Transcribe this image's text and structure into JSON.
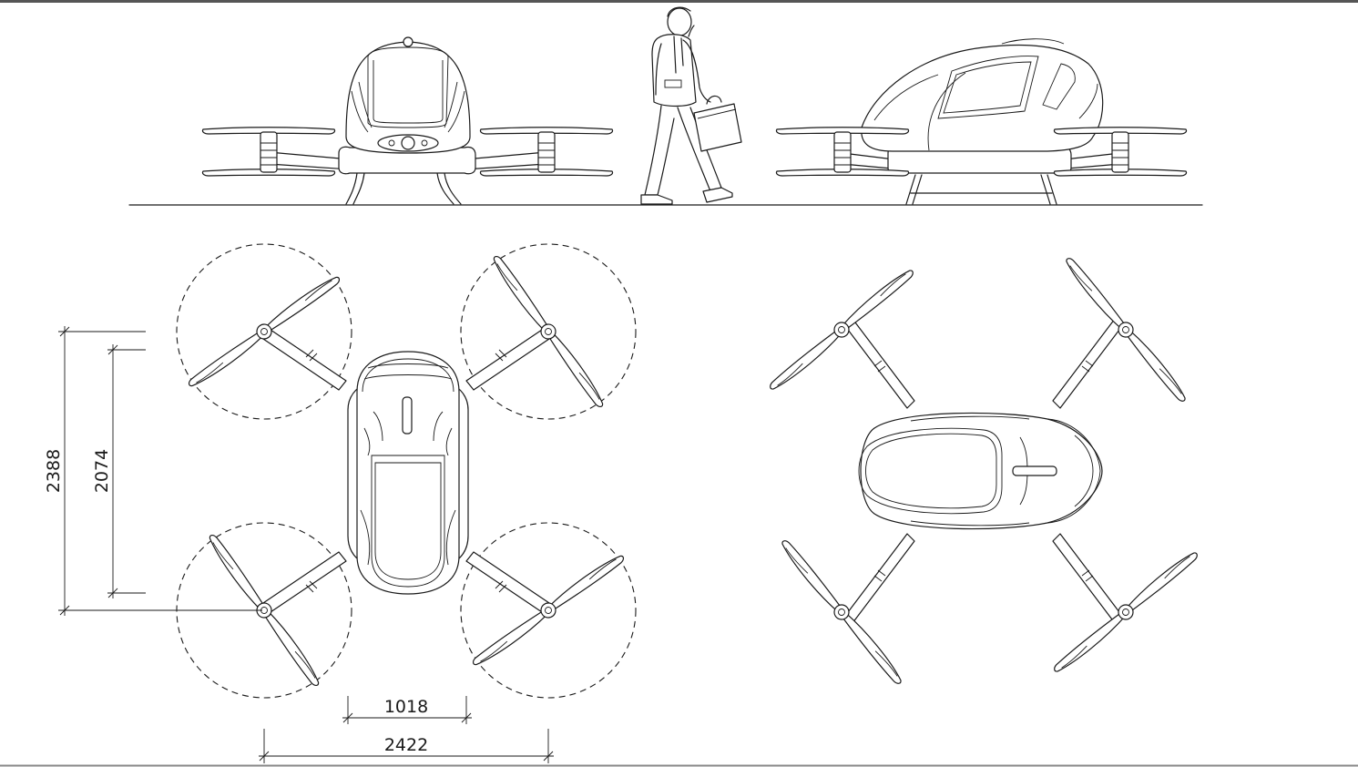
{
  "dimensions": {
    "bottom_outer": "2422",
    "bottom_inner": "1018",
    "left_outer": "2388",
    "left_inner": "2074"
  }
}
